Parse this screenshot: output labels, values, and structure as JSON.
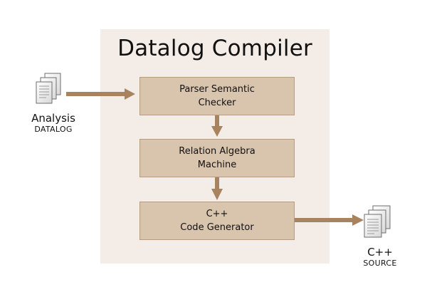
{
  "diagram": {
    "title": "Datalog Compiler",
    "input": {
      "label": "Analysis",
      "sublabel": "DATALOG",
      "icon": "document-stack-icon"
    },
    "stages": [
      {
        "line1": "Parser Semantic",
        "line2": "Checker"
      },
      {
        "line1": "Relation Algebra",
        "line2": "Machine"
      },
      {
        "line1": "C++",
        "line2": "Code Generator"
      }
    ],
    "output": {
      "label": "C++",
      "sublabel": "SOURCE",
      "icon": "document-stack-icon"
    },
    "colors": {
      "panel": "#f4ece6",
      "box_fill": "#d9c4ae",
      "box_border": "#b89b7e",
      "arrow": "#a9835d"
    }
  }
}
